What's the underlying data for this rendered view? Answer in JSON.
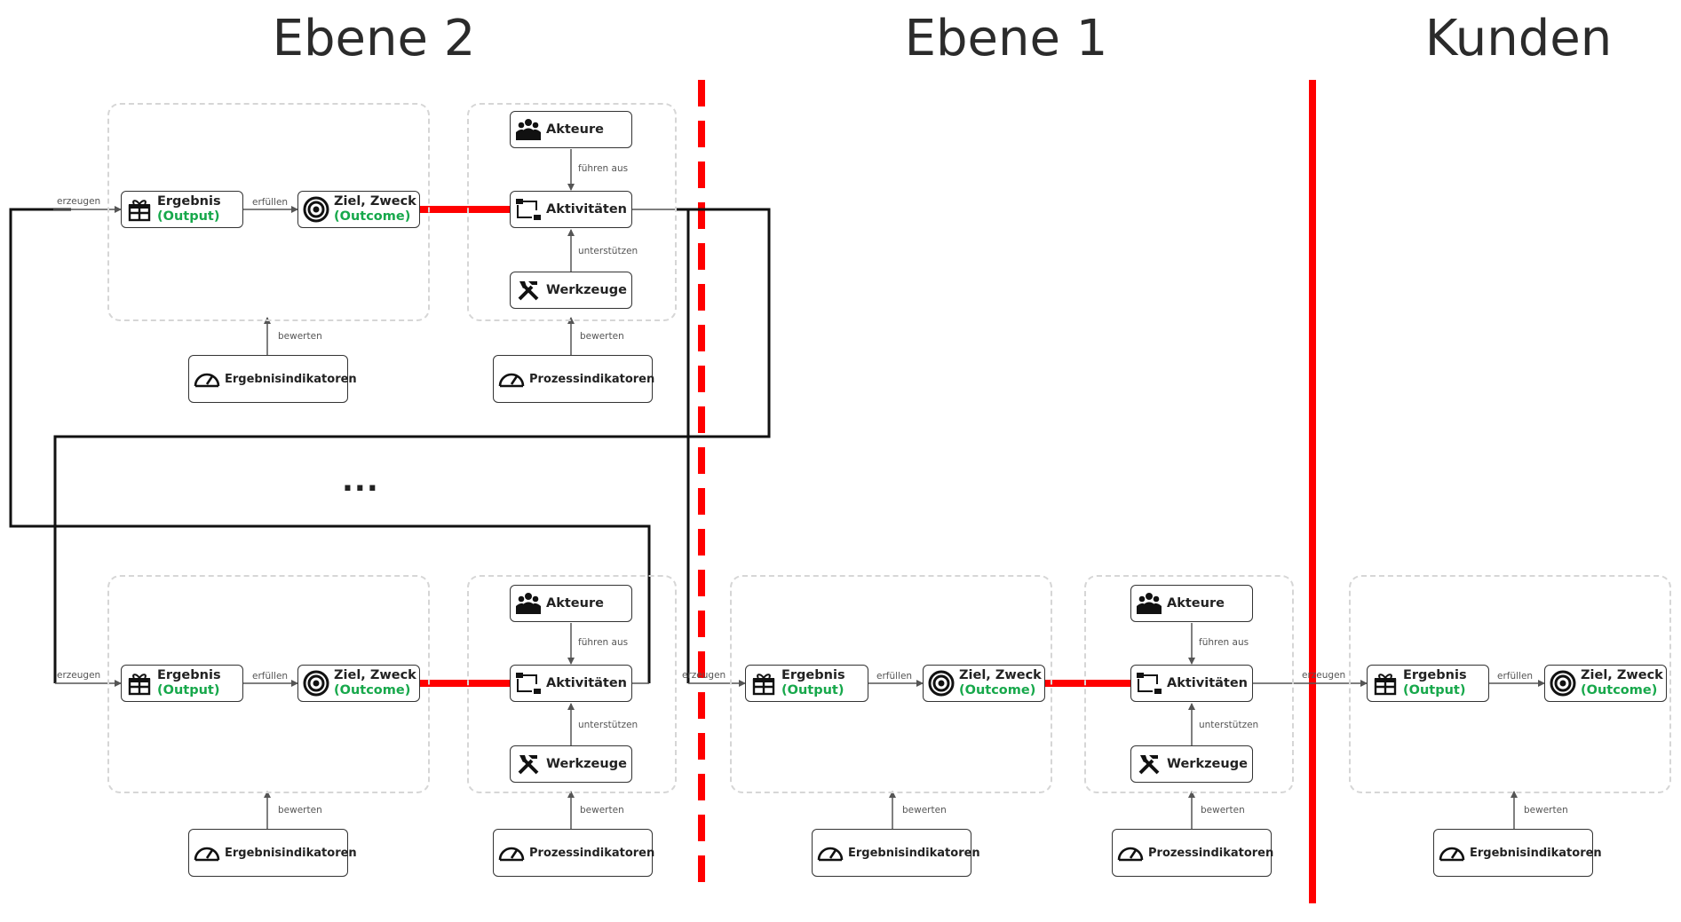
{
  "headings": {
    "ebene2": "Ebene 2",
    "ebene1": "Ebene 1",
    "kunden": "Kunden"
  },
  "nodes": {
    "ergebnis": "Ergebnis",
    "output": "(Output)",
    "ziel": "Ziel, Zweck",
    "outcome": "(Outcome)",
    "akteure": "Akteure",
    "aktivitaeten": "Aktivitäten",
    "werkzeuge": "Werkzeuge",
    "ergebnisindikatoren": "Ergebnisindikatoren",
    "prozessindikatoren": "Prozessindikatoren"
  },
  "edges": {
    "erzeugen": "erzeugen",
    "erfuellen": "erfüllen",
    "fuehren_aus": "führen aus",
    "unterstuetzen": "unterstützen",
    "bewerten": "bewerten"
  },
  "ellipsis": "...",
  "colors": {
    "boundary_red": "#ff0000",
    "accent_green": "#17a84b",
    "connector_black": "#111111",
    "group_border": "#d6d6d6"
  },
  "icons": [
    "gift-icon",
    "target-icon",
    "people-icon",
    "flow-icon",
    "tools-icon",
    "gauge-icon"
  ]
}
